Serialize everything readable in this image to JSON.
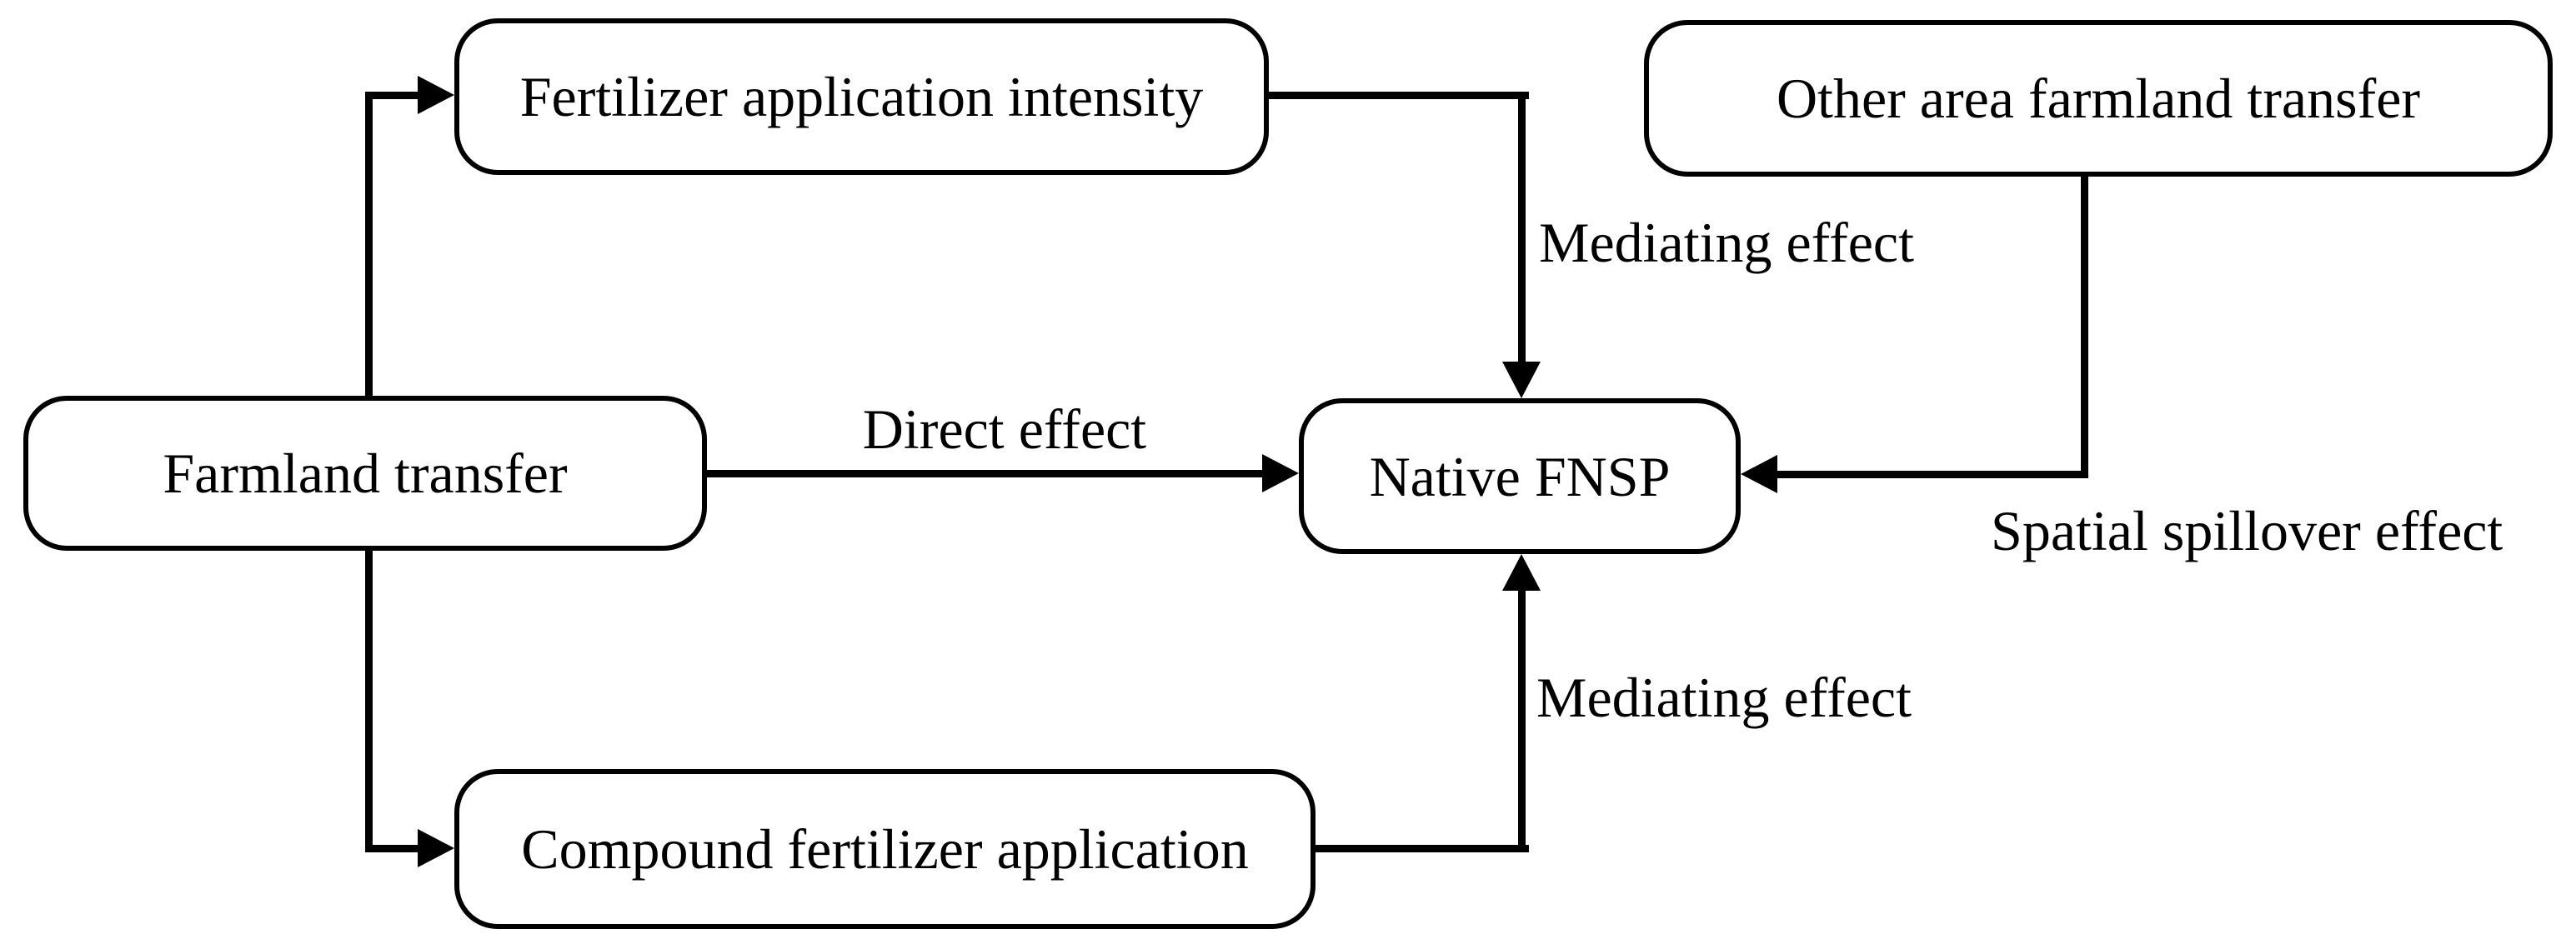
{
  "nodes": {
    "fertilizer_intensity": {
      "label": "Fertilizer application intensity"
    },
    "other_area": {
      "label": "Other area farmland transfer"
    },
    "farmland_transfer": {
      "label": "Farmland transfer"
    },
    "native_fnsp": {
      "label": "Native FNSP"
    },
    "compound_fertilizer": {
      "label": "Compound fertilizer application"
    }
  },
  "edge_labels": {
    "direct_effect": "Direct effect",
    "mediating_effect_top": "Mediating effect",
    "mediating_effect_bottom": "Mediating effect",
    "spatial_spillover_effect": "Spatial spillover effect"
  },
  "colors": {
    "background": "#ffffff",
    "line": "#000000",
    "box_fill": "#ffffff",
    "text": "#000000"
  }
}
